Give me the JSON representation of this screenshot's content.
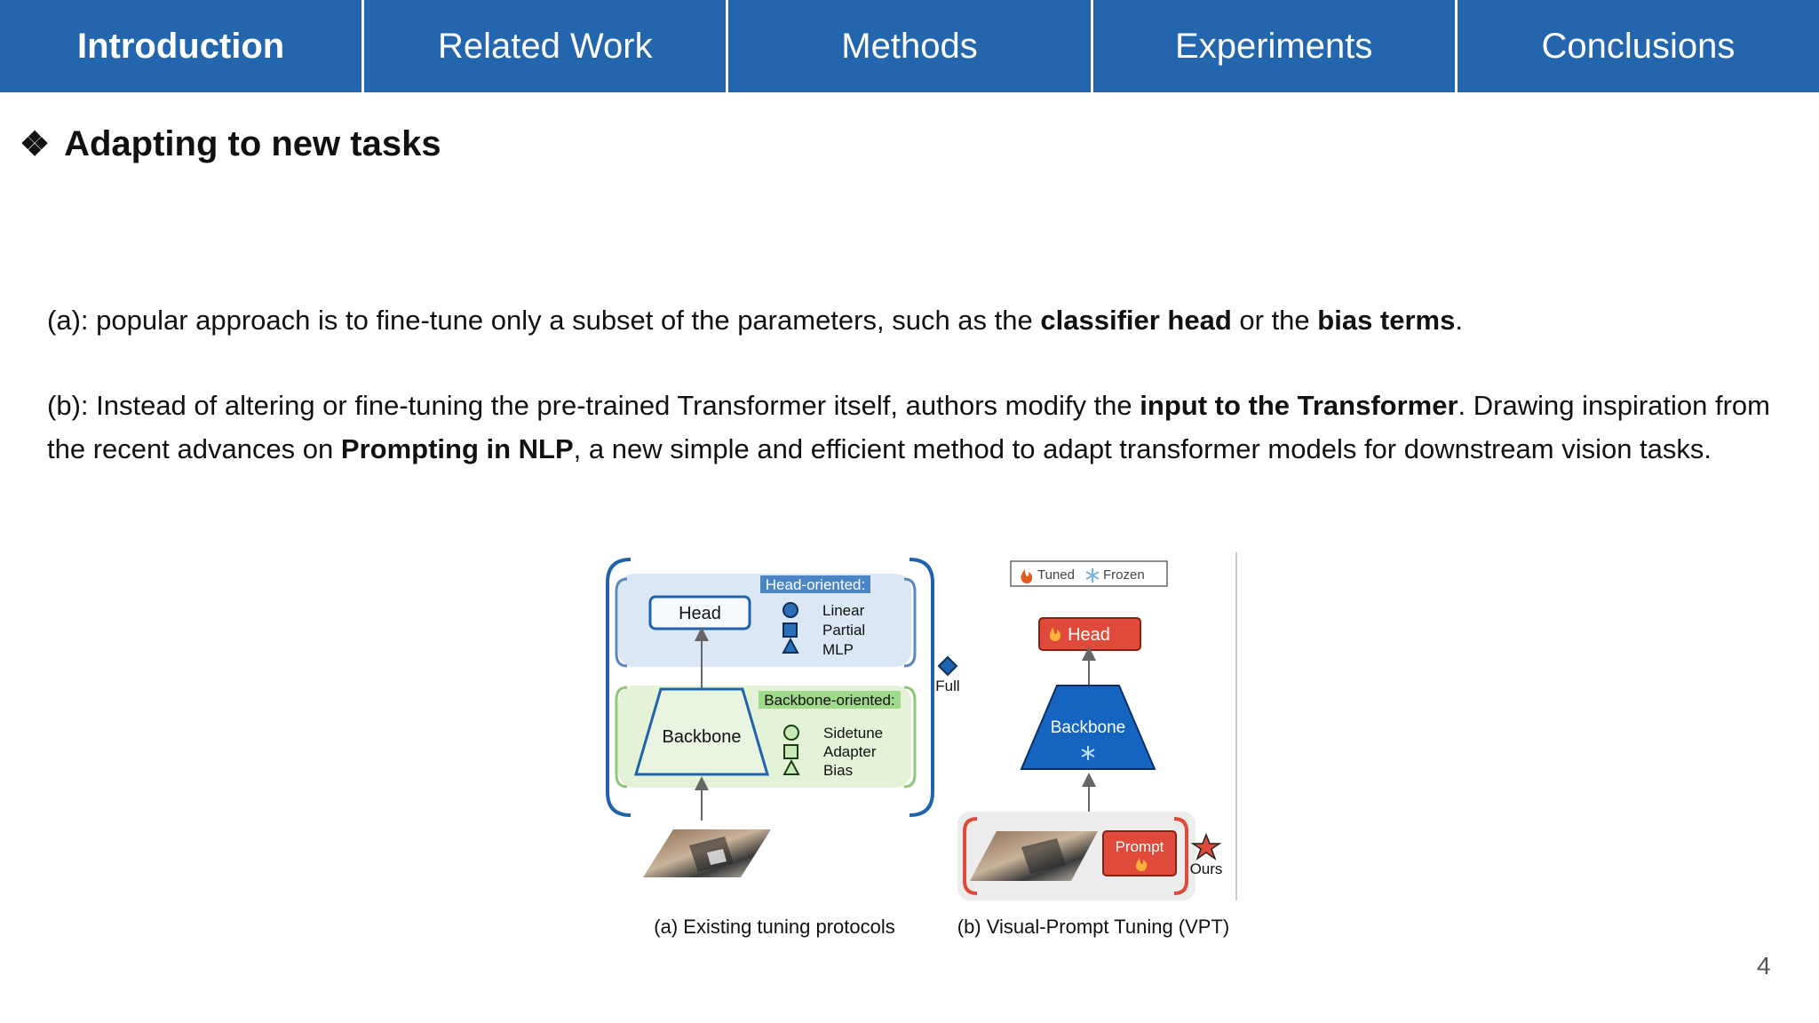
{
  "nav": {
    "tabs": [
      {
        "label": "Introduction",
        "active": true
      },
      {
        "label": "Related Work",
        "active": false
      },
      {
        "label": "Methods",
        "active": false
      },
      {
        "label": "Experiments",
        "active": false
      },
      {
        "label": "Conclusions",
        "active": false
      }
    ]
  },
  "slide": {
    "bullet": "❖",
    "title": "Adapting to new tasks",
    "page_number": "4"
  },
  "para_a": {
    "t1": "(a): popular approach is to fine-tune only a subset of the parameters, such as the ",
    "b1": "classifier head",
    "t2": " or the ",
    "b2": "bias terms",
    "t3": "."
  },
  "para_b": {
    "t1": "(b): Instead of altering or fine-tuning the pre-trained Transformer itself, authors modify the ",
    "b1": "input to the Transformer",
    "t2": ". Drawing inspiration from the recent advances on ",
    "b2": "Prompting in NLP",
    "t3": ", a new simple and efficient method to adapt transformer models for downstream vision tasks."
  },
  "figure": {
    "a": {
      "head_oriented": "Head-oriented:",
      "head": "Head",
      "head_methods": [
        "Linear",
        "Partial",
        "MLP"
      ],
      "backbone_oriented": "Backbone-oriented:",
      "backbone": "Backbone",
      "backbone_methods": [
        "Sidetune",
        "Adapter",
        "Bias"
      ],
      "full": "Full",
      "caption": "(a)  Existing tuning protocols"
    },
    "b": {
      "legend_tuned": "Tuned",
      "legend_frozen": "Frozen",
      "head": "Head",
      "backbone": "Backbone",
      "prompt": "Prompt",
      "ours": "Ours",
      "caption": "(b) Visual-Prompt Tuning (VPT)"
    },
    "colors": {
      "blue_region": "#dbe7f4",
      "green_region": "#e4f3d8",
      "tuned_red": "#e04a3a",
      "frozen_blue": "#1565c0"
    }
  }
}
